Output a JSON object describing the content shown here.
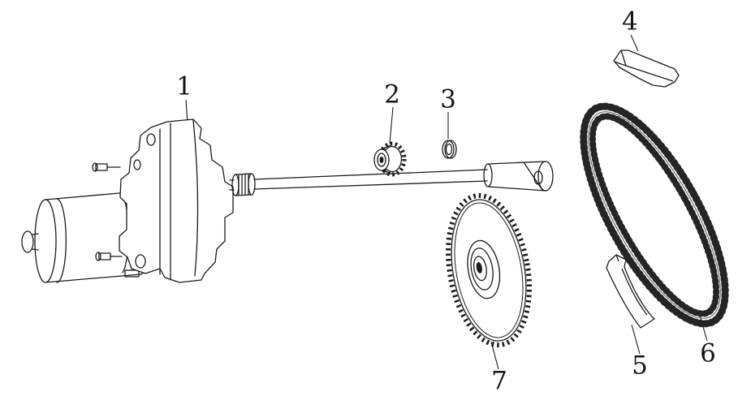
{
  "diagram": {
    "type": "exploded-parts-diagram",
    "description": "Starter motor, drive shaft, sprockets, chain and chain guides exploded view",
    "stroke_color": "#1b1b1b",
    "background_color": "#ffffff",
    "callouts": [
      {
        "number": "1",
        "part": "starter-motor-assembly"
      },
      {
        "number": "2",
        "part": "small-drive-sprocket"
      },
      {
        "number": "3",
        "part": "retaining-washer-clip"
      },
      {
        "number": "4",
        "part": "upper-chain-guide"
      },
      {
        "number": "5",
        "part": "lower-chain-tensioner-guide"
      },
      {
        "number": "6",
        "part": "drive-chain"
      },
      {
        "number": "7",
        "part": "driven-sprocket-wheel"
      }
    ]
  }
}
